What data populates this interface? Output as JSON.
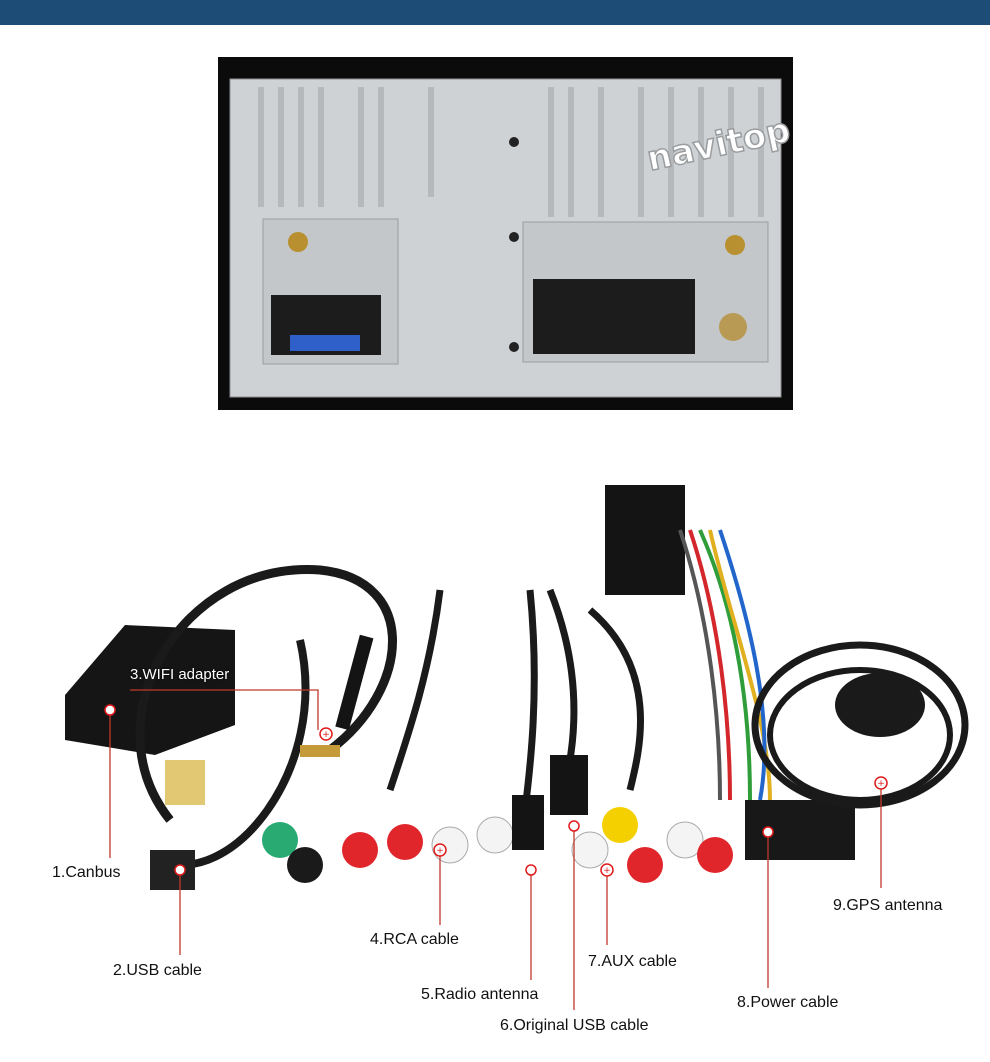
{
  "brand": {
    "watermark": "navitop"
  },
  "colors": {
    "header_bar": "#1d4d77",
    "marker_red": "#e01b1b",
    "leader_line": "#c0392b"
  },
  "labels": {
    "canbus": "1.Canbus",
    "usb_cable": "2.USB cable",
    "wifi_adapter": "3.WIFI adapter",
    "rca_cable": "4.RCA cable",
    "radio_antenna": "5.Radio antenna",
    "original_usb": "6.Original USB cable",
    "aux_cable": "7.AUX cable",
    "power_cable": "8.Power cable",
    "gps_antenna": "9.GPS antenna"
  },
  "marker_icon": "plus-circle-icon"
}
